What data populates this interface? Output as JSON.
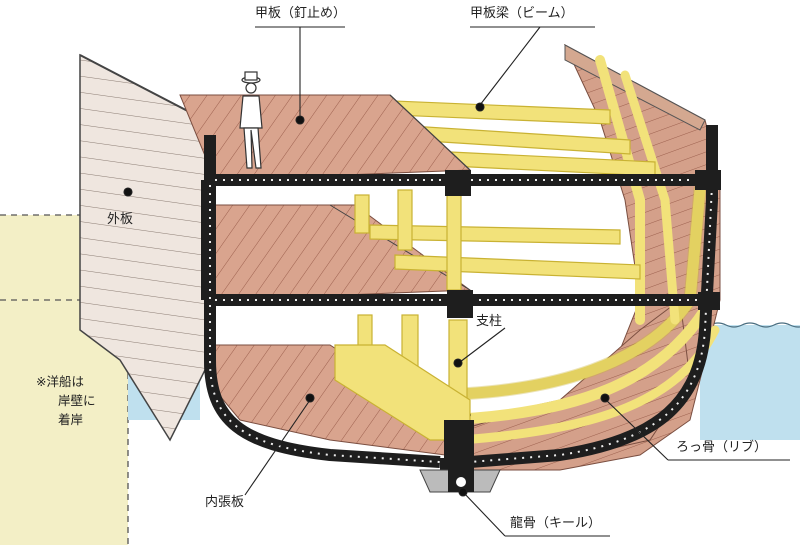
{
  "labels": {
    "deck": "甲板（釘止め）",
    "beam": "甲板梁（ビーム）",
    "outer_planking": "外板",
    "pillar": "支柱",
    "rib": "ろっ骨（リブ）",
    "inner_planking": "内張板",
    "keel": "龍骨（キール）"
  },
  "note": {
    "line1": "※洋船は",
    "line2": "岸壁に",
    "line3": "着岸"
  },
  "colors": {
    "planking": "#d9a48e",
    "planking_dark": "#b87a66",
    "beam": "#f2e27a",
    "beam_outline": "#c9b233",
    "frame": "#1e1e1e",
    "water": "#bfe0ee",
    "quay": "#f3efc6"
  }
}
